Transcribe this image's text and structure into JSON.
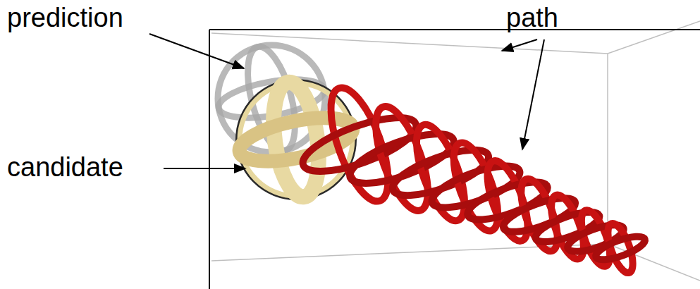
{
  "diagram": {
    "labels": [
      "prediction",
      "path",
      "candidate"
    ]
  }
}
